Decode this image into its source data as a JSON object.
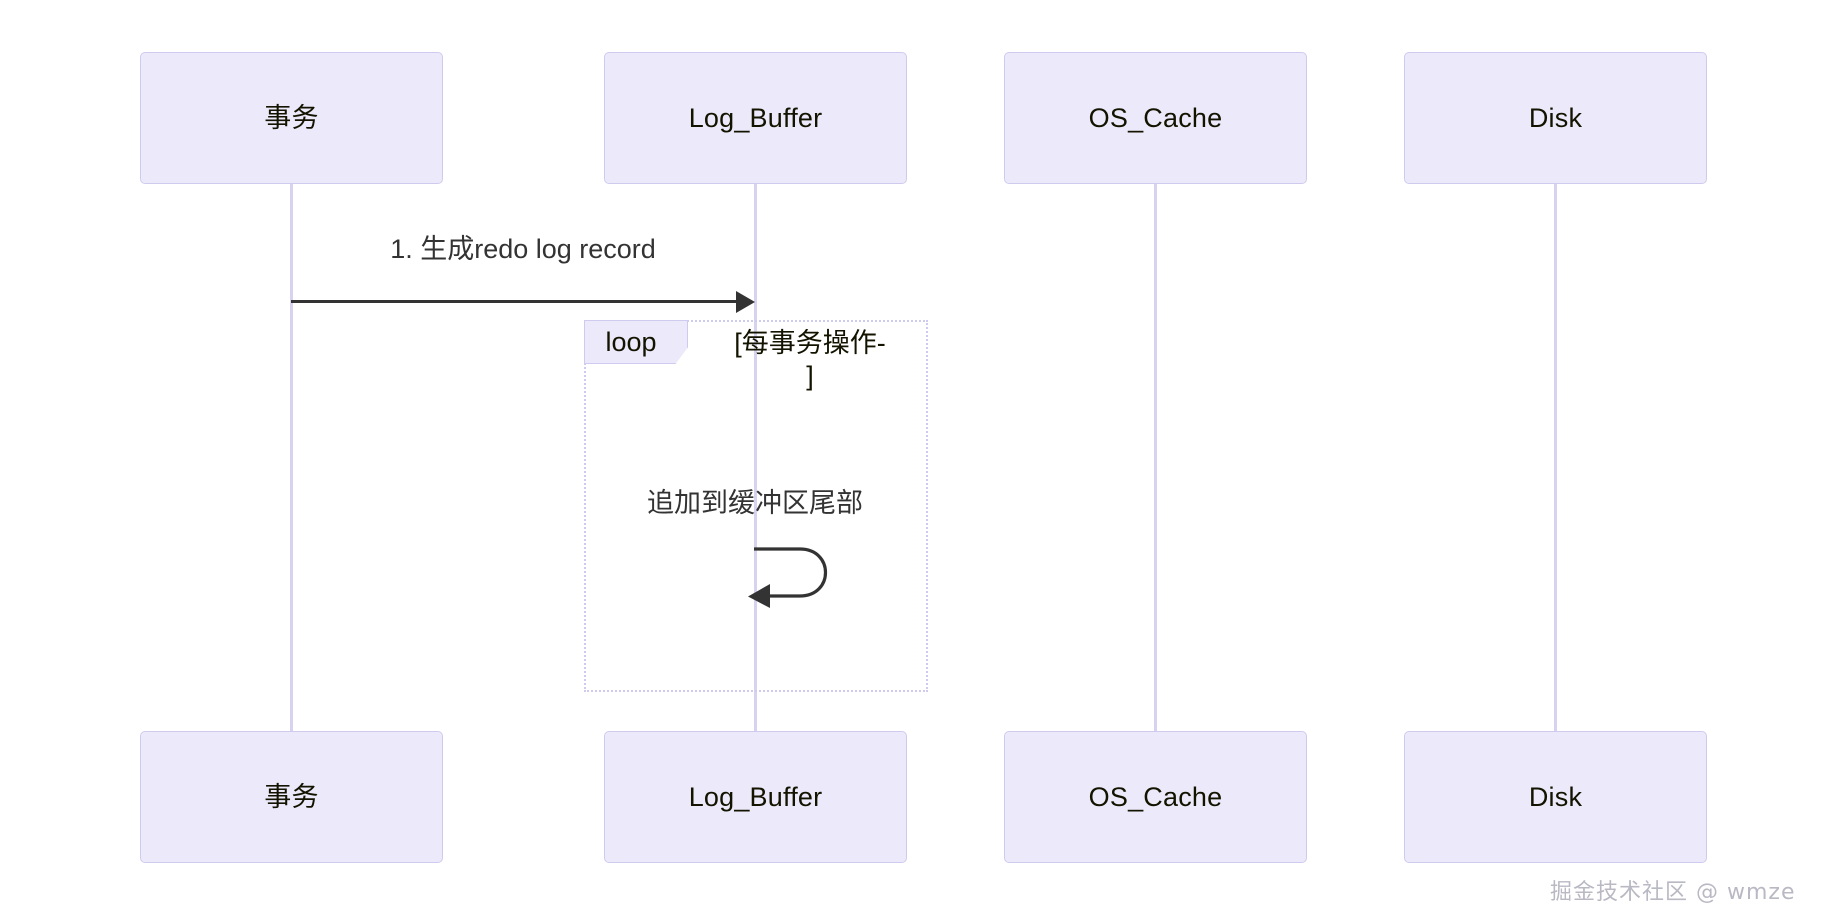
{
  "diagram": {
    "type": "sequence-diagram",
    "title": "",
    "background_color": "#ffffff",
    "accent_fill": "#ECEAFA",
    "accent_border": "#CFCBEF",
    "lifeline_color": "#D6D2EF",
    "message_color": "#333333"
  },
  "participants": [
    {
      "id": "transaction",
      "label": "事务"
    },
    {
      "id": "log_buffer",
      "label": "Log_Buffer"
    },
    {
      "id": "os_cache",
      "label": "OS_Cache"
    },
    {
      "id": "disk",
      "label": "Disk"
    }
  ],
  "participants_bottom": [
    {
      "id": "transaction",
      "label": "事务"
    },
    {
      "id": "log_buffer",
      "label": "Log_Buffer"
    },
    {
      "id": "os_cache",
      "label": "OS_Cache"
    },
    {
      "id": "disk",
      "label": "Disk"
    }
  ],
  "messages": [
    {
      "index": "1",
      "label": "1. 生成redo log record",
      "from": "transaction",
      "to": "log_buffer",
      "kind": "sync-arrow"
    }
  ],
  "fragments": [
    {
      "kind": "loop",
      "tab_label": "loop",
      "condition": "[每事务操作-\n]",
      "messages": [
        {
          "label": "追加到缓冲区尾部",
          "from": "log_buffer",
          "to": "log_buffer",
          "kind": "self-arrow"
        }
      ]
    }
  ],
  "watermark": {
    "text": "掘金技术社区 @ wmze"
  }
}
